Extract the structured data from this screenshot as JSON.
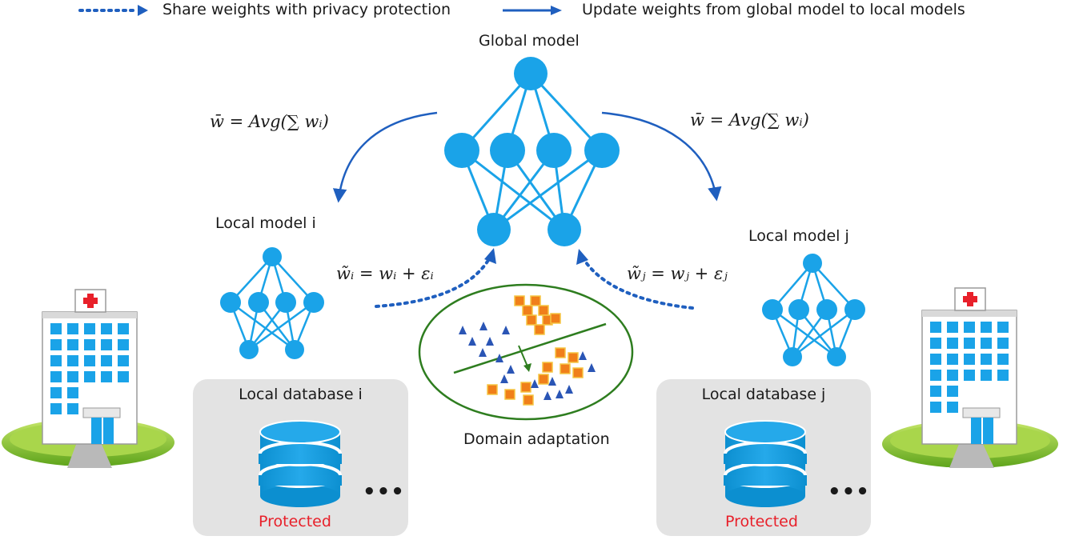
{
  "legend": {
    "dotted_label": "Share weights with privacy protection",
    "solid_label": "Update weights from global model to local models"
  },
  "global_model": {
    "title": "Global model"
  },
  "left": {
    "model_title": "Local model i",
    "avg_formula": "w̄ = Avg(∑ wᵢ)",
    "noise_formula": "w̃ᵢ = wᵢ + εᵢ",
    "database_title": "Local database i",
    "protected_label": "Protected",
    "more": "•••"
  },
  "right": {
    "model_title": "Local model j",
    "avg_formula": "w̄ = Avg(∑ wᵢ)",
    "noise_formula": "w̃ⱼ = wⱼ + εⱼ",
    "database_title": "Local database j",
    "protected_label": "Protected",
    "more": "•••"
  },
  "domain_adaptation": {
    "label": "Domain adaptation"
  },
  "colors": {
    "node": "#1aa3e8",
    "arrow": "#1f5fbf",
    "db_box": "#e3e3e3",
    "protected": "#e8202a",
    "ellipse": "#2e7d1f",
    "square": "#f07f1a",
    "triangle": "#2a55b5"
  }
}
